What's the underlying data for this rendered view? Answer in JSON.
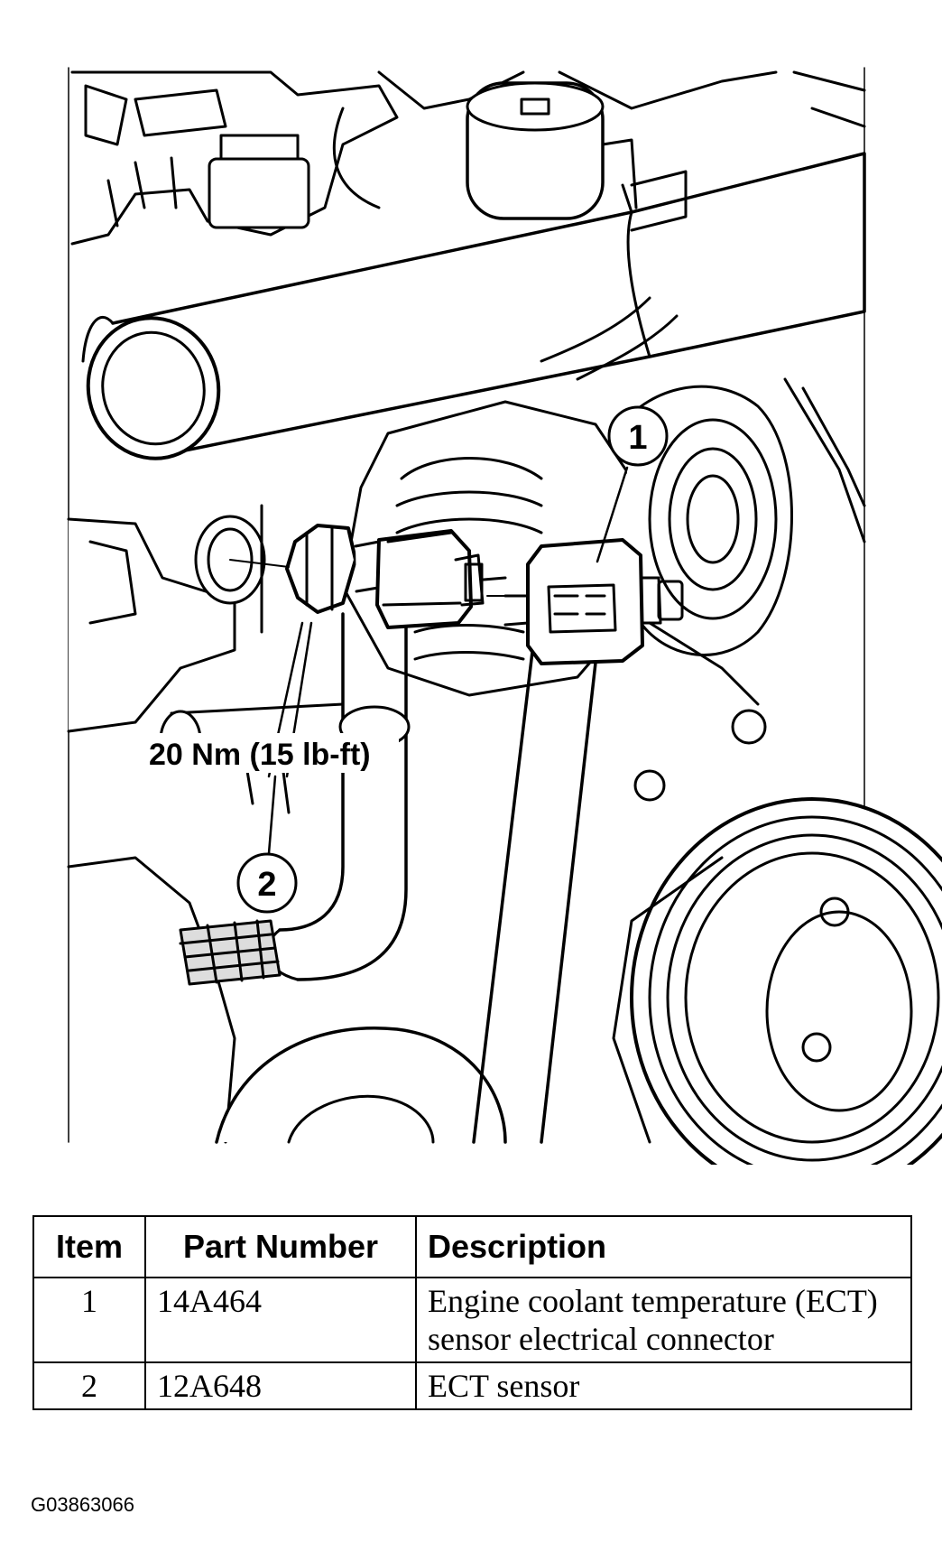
{
  "callouts": {
    "item1": "1",
    "item2": "2",
    "torque_spec": "20 Nm (15 lb-ft)"
  },
  "table": {
    "headers": [
      "Item",
      "Part Number",
      "Description"
    ],
    "rows": [
      {
        "item": "1",
        "part_number": "14A464",
        "description": "Engine coolant temperature (ECT) sensor electrical connector"
      },
      {
        "item": "2",
        "part_number": "12A648",
        "description": "ECT sensor"
      }
    ]
  },
  "figure_id": "G03863066"
}
